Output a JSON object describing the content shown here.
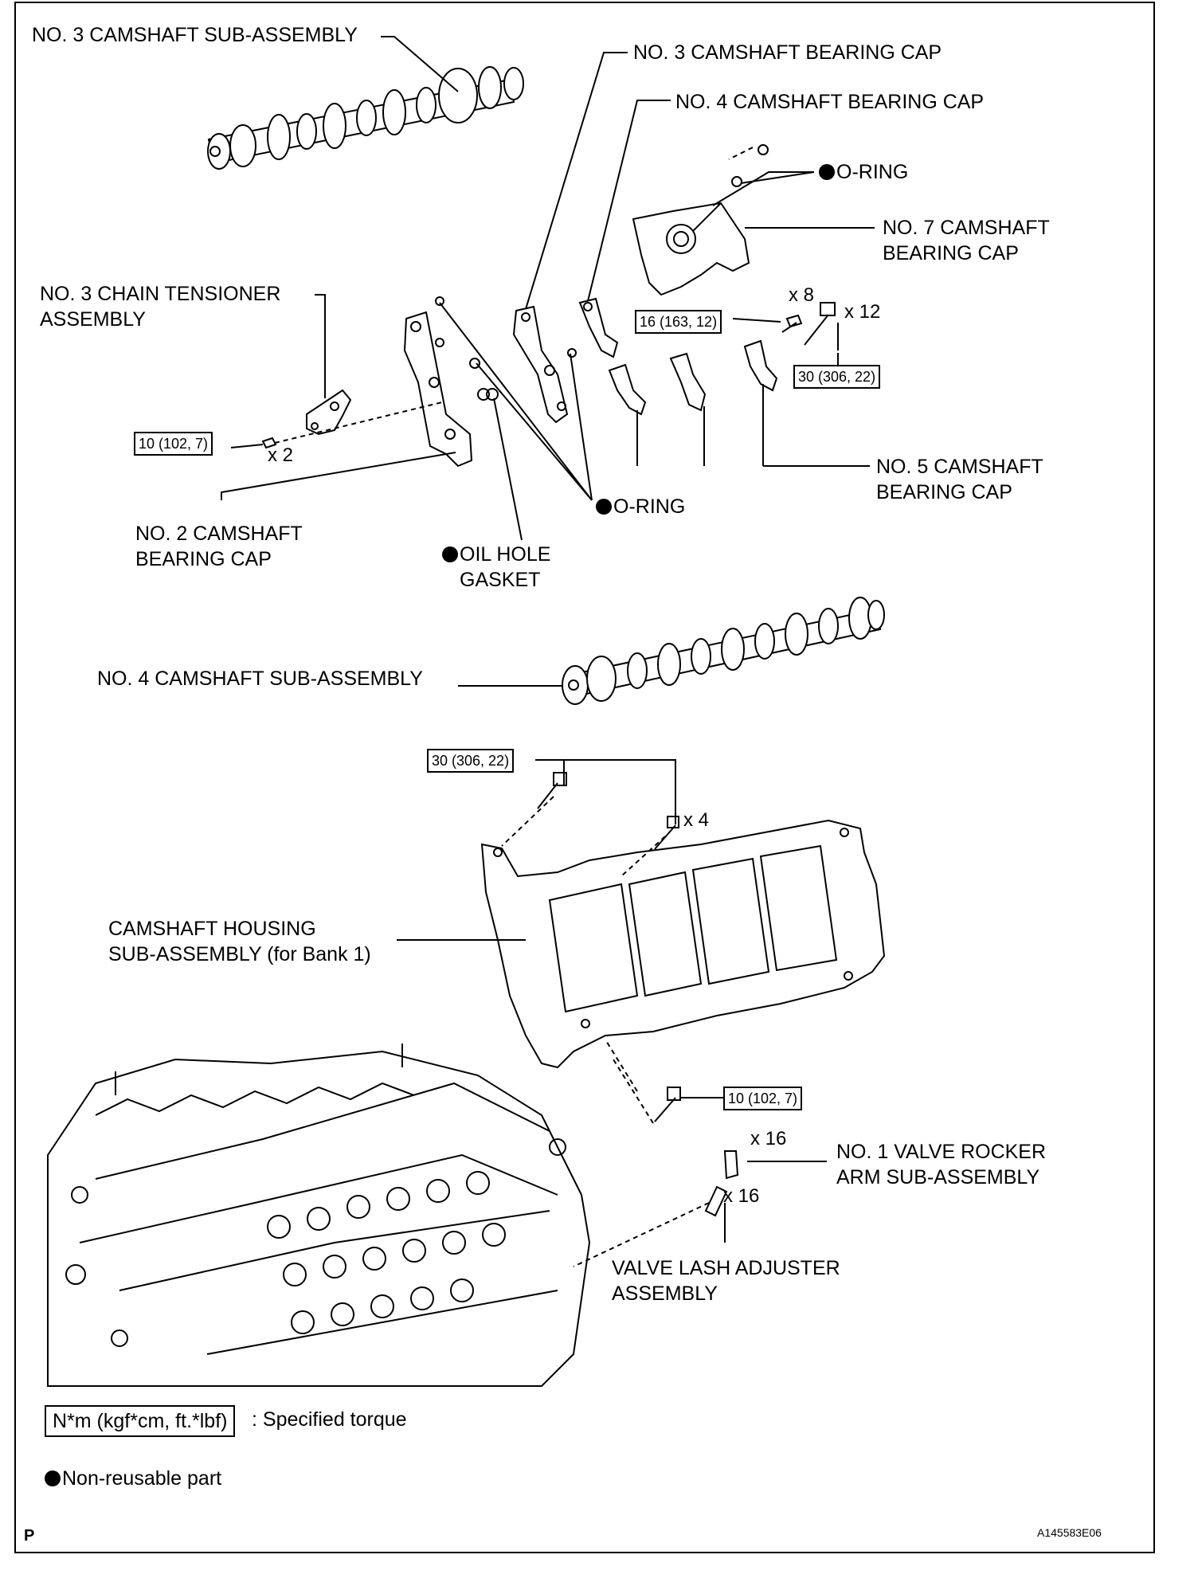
{
  "labels": {
    "cam3": "NO. 3 CAMSHAFT SUB-ASSEMBLY",
    "cap3": "NO. 3 CAMSHAFT BEARING CAP",
    "cap4": "NO. 4 CAMSHAFT BEARING CAP",
    "oring": "O-RING",
    "cap7_l1": "NO. 7 CAMSHAFT",
    "cap7_l2": "BEARING CAP",
    "tens_l1": "NO. 3 CHAIN TENSIONER",
    "tens_l2": "ASSEMBLY",
    "cap5_l1": "NO. 5 CAMSHAFT",
    "cap5_l2": "BEARING CAP",
    "cap2_l1": "NO. 2 CAMSHAFT",
    "cap2_l2": "BEARING CAP",
    "gasket_l1": "OIL HOLE",
    "gasket_l2": "GASKET",
    "cam4": "NO. 4 CAMSHAFT SUB-ASSEMBLY",
    "housing_l1": "CAMSHAFT HOUSING",
    "housing_l2": "SUB-ASSEMBLY (for Bank 1)",
    "rocker_l1": "NO. 1 VALVE ROCKER",
    "rocker_l2": "ARM SUB-ASSEMBLY",
    "lash_l1": "VALVE LASH ADJUSTER",
    "lash_l2": "ASSEMBLY"
  },
  "torques": {
    "t_tensioner": "10 (102, 7)",
    "t_small": "16 (163, 12)",
    "t_large": "30 (306, 22)",
    "t_housing": "30 (306, 22)",
    "t_bottom": "10 (102, 7)"
  },
  "quantities": {
    "q_x8": "x 8",
    "q_x12": "x 12",
    "q_x2": "x 2",
    "q_x4": "x 4",
    "q_rocker": "x 16",
    "q_lash": "x 16"
  },
  "legend": {
    "torque_box": "N*m (kgf*cm, ft.*lbf)",
    "torque_text": ": Specified torque",
    "nonreusable": "Non-reusable part"
  },
  "corner_p": "P",
  "figure_id": "A145583E06",
  "colors": {
    "ink": "#000000",
    "paper": "#ffffff"
  }
}
